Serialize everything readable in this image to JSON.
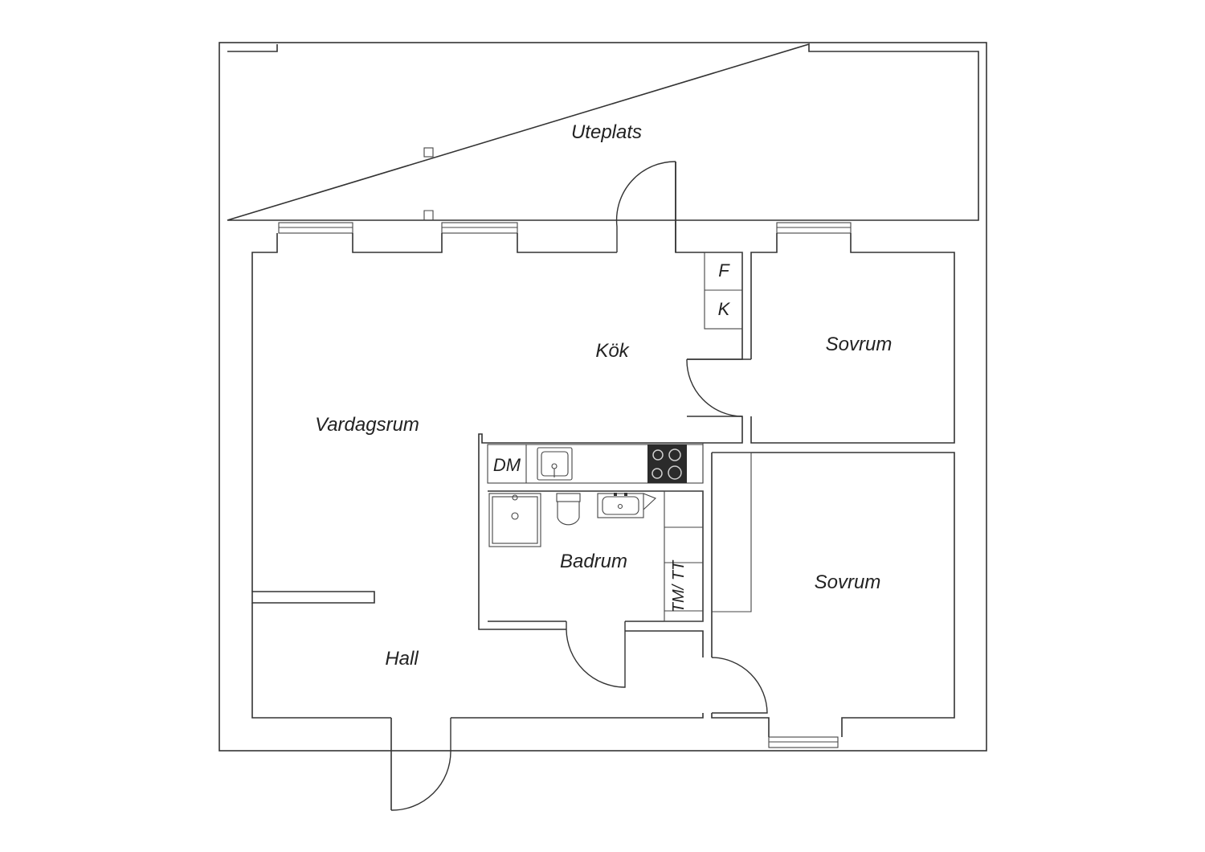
{
  "rooms": {
    "uteplats": "Uteplats",
    "kok": "Kök",
    "sovrum_top": "Sovrum",
    "vardagsrum": "Vardagsrum",
    "badrum": "Badrum",
    "sovrum_bottom": "Sovrum",
    "hall": "Hall"
  },
  "fixtures": {
    "fridge": "F",
    "freezer": "K",
    "dishwasher": "DM",
    "washer_dryer": "TM/ TT"
  }
}
